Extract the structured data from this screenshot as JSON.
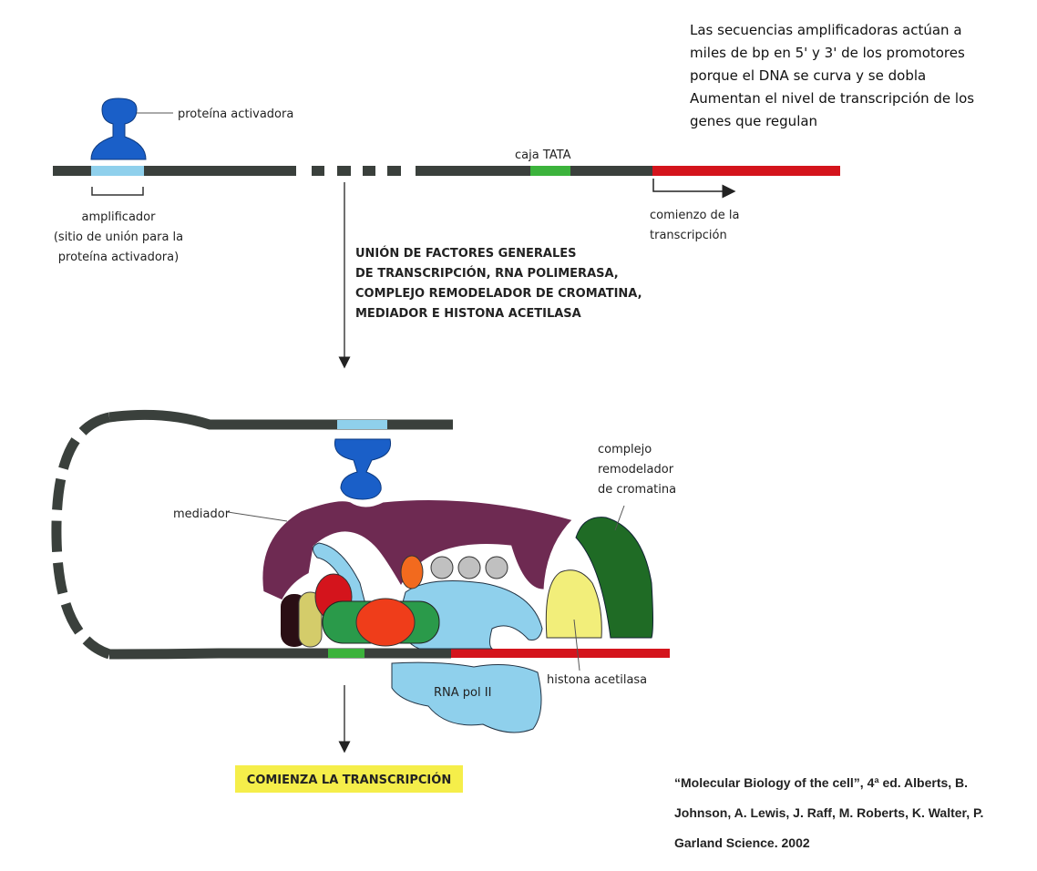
{
  "note": {
    "lines": [
      "Las secuencias amplificadoras actúan a",
      "miles de bp en 5' y 3' de los promotores",
      "porque el DNA se curva y se dobla",
      "Aumentan el nivel de transcripción de los",
      "genes que regulan"
    ]
  },
  "top": {
    "activator_label": "proteína activadora",
    "enhancer_label": [
      "amplificador",
      "(sitio de unión para la",
      "proteína activadora)"
    ],
    "tata_label": "caja TATA",
    "start_label": [
      "comienzo de la",
      "transcripción"
    ]
  },
  "step": {
    "lines": [
      "UNIÓN DE FACTORES GENERALES",
      "DE TRANSCRIPCIÓN, RNA POLIMERASA,",
      "COMPLEJO REMODELADOR DE CROMATINA,",
      "MEDIADOR E HISTONA ACETILASA"
    ]
  },
  "bottom": {
    "mediator_label": "mediador",
    "remodeler_label": [
      "complejo",
      "remodelador",
      "de cromatina"
    ],
    "acetylase_label": "histona acetilasa",
    "polymerase_label": "RNA pol II"
  },
  "result_label": "COMIENZA LA TRANSCRIPCIÓN",
  "citation": [
    "“Molecular Biology of the cell”, 4ª ed. Alberts, B.",
    "Johnson, A. Lewis, J. Raff, M. Roberts, K. Walter, P.",
    "Garland Science. 2002"
  ],
  "colors": {
    "dna": "#3a403c",
    "enhancer": "#8fd0ec",
    "tata": "#3cb33c",
    "gene": "#d4141c",
    "activator": "#1a5fc8",
    "mediator": "#6e2a52",
    "polymerase": "#8fd0ec",
    "remodeler": "#1f6b25",
    "acetylase": "#f2ee7a",
    "highlight": "#f5ee4a"
  }
}
